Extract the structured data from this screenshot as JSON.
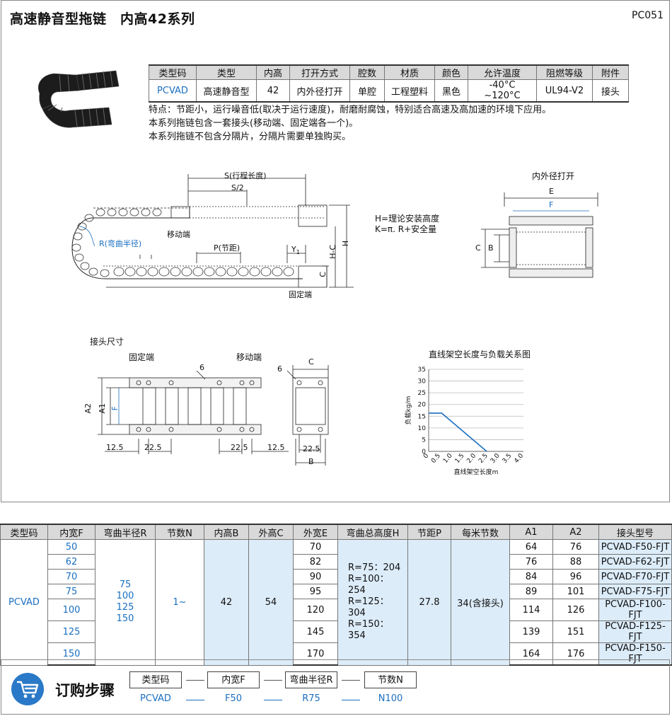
{
  "header": {
    "title": "高速静音型拖链　内高42系列",
    "code": "PC051"
  },
  "spec": {
    "headers": [
      "类型码",
      "类型",
      "内高",
      "打开方式",
      "腔数",
      "材质",
      "颜色",
      "允许温度",
      "阻燃等级",
      "附件"
    ],
    "row": [
      "PCVAD",
      "高速静音型",
      "42",
      "内外径打开",
      "单腔",
      "工程塑料",
      "黑色",
      "-40°C ~120°C",
      "UL94-V2",
      "接头"
    ]
  },
  "features": [
    "特点：节距小，运行噪音低(取决于运行速度)，耐磨耐腐蚀，特别适合高速及高加速的环境下应用。",
    "本系列拖链包含一套接头(移动端、固定端各一个)。",
    "本系列拖链不包含分隔片，分隔片需要单独购买。"
  ],
  "diagram": {
    "stroke_label": "S(行程长度)",
    "half_stroke": "S/2",
    "moving_end": "移动端",
    "bend_radius": "R(弯曲半径)",
    "pitch": "P(节距)",
    "y1": "Y",
    "y1_sub": "1",
    "fixed_end": "固定端",
    "dim_c": "C",
    "dim_hc": "H-C",
    "dim_h": "H",
    "h_def": "H=理论安装高度",
    "k_def": "K=π. R+安全量"
  },
  "open_view": {
    "title": "内外径打开",
    "e": "E",
    "f": "F",
    "c": "C",
    "b": "B"
  },
  "connector": {
    "title": "接头尺寸",
    "fixed_label": "固定端",
    "moving_label": "移动端",
    "six": "6",
    "a2": "A2",
    "a1": "A1",
    "f": "F",
    "d12_5": "12.5",
    "d22_5": "22.5",
    "c": "C",
    "b": "B"
  },
  "chart_data": {
    "type": "line",
    "title": "直线架空长度与负载关系图",
    "xlabel": "直线架空长度m",
    "ylabel": "负载kg/m",
    "x_ticks": [
      "0",
      "0.5",
      "1.0",
      "1.5",
      "2.0",
      "2.5",
      "3.0",
      "3.5",
      "4.0"
    ],
    "y_ticks": [
      "0",
      "5",
      "10",
      "15",
      "20",
      "25",
      "30",
      "35"
    ],
    "xlim": [
      0,
      4
    ],
    "ylim": [
      0,
      35
    ],
    "grid": true,
    "x": [
      0,
      0.55,
      2.45
    ],
    "y": [
      16.3,
      16.3,
      0
    ],
    "color": "#1a6fc0"
  },
  "main_table": {
    "headers": [
      "类型码",
      "内宽F",
      "弯曲半径R",
      "节数N",
      "内高B",
      "外高C",
      "外宽E",
      "弯曲总高度H",
      "节距P",
      "每米节数",
      "A1",
      "A2",
      "接头型号"
    ],
    "type_code": "PCVAD",
    "radius": [
      "75",
      "100",
      "125",
      "150"
    ],
    "links": "1~",
    "inner_h": "42",
    "outer_h": "54",
    "height_h": [
      "R=75：204",
      "R=100：254",
      "R=125：304",
      "R=150：354"
    ],
    "pitch": "27.8",
    "per_meter": "34(含接头)",
    "rows": [
      {
        "f": "50",
        "e": "70",
        "a1": "64",
        "a2": "76",
        "model": "PCVAD-F50-FJT"
      },
      {
        "f": "62",
        "e": "82",
        "a1": "76",
        "a2": "88",
        "model": "PCVAD-F62-FJT"
      },
      {
        "f": "70",
        "e": "90",
        "a1": "84",
        "a2": "96",
        "model": "PCVAD-F70-FJT"
      },
      {
        "f": "75",
        "e": "95",
        "a1": "89",
        "a2": "101",
        "model": "PCVAD-F75-FJT"
      },
      {
        "f": "100",
        "e": "120",
        "a1": "114",
        "a2": "126",
        "model": "PCVAD-F100-FJT"
      },
      {
        "f": "125",
        "e": "145",
        "a1": "139",
        "a2": "151",
        "model": "PCVAD-F125-FJT"
      },
      {
        "f": "150",
        "e": "170",
        "a1": "164",
        "a2": "176",
        "model": "PCVAD-F150-FJT"
      }
    ]
  },
  "order": {
    "title": "订购步骤",
    "icon": "cart-icon",
    "steps": [
      "类型码",
      "内宽F",
      "弯曲半径R",
      "节数N"
    ],
    "values": [
      "PCVAD",
      "F50",
      "R75",
      "N100"
    ]
  }
}
